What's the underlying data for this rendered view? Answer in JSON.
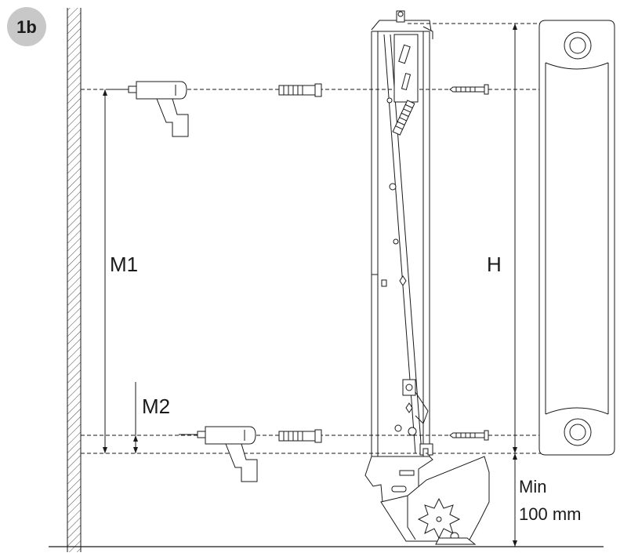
{
  "badge": {
    "label": "1b",
    "color": "#c8c8c8"
  },
  "labels": {
    "m1": "M1",
    "m2": "M2",
    "h": "H",
    "min_line1": "Min",
    "min_line2": "100 mm"
  },
  "icons": [
    "wall-hatch",
    "drill-icon",
    "wall-plug-icon",
    "screw-icon",
    "bracket",
    "radiator"
  ]
}
